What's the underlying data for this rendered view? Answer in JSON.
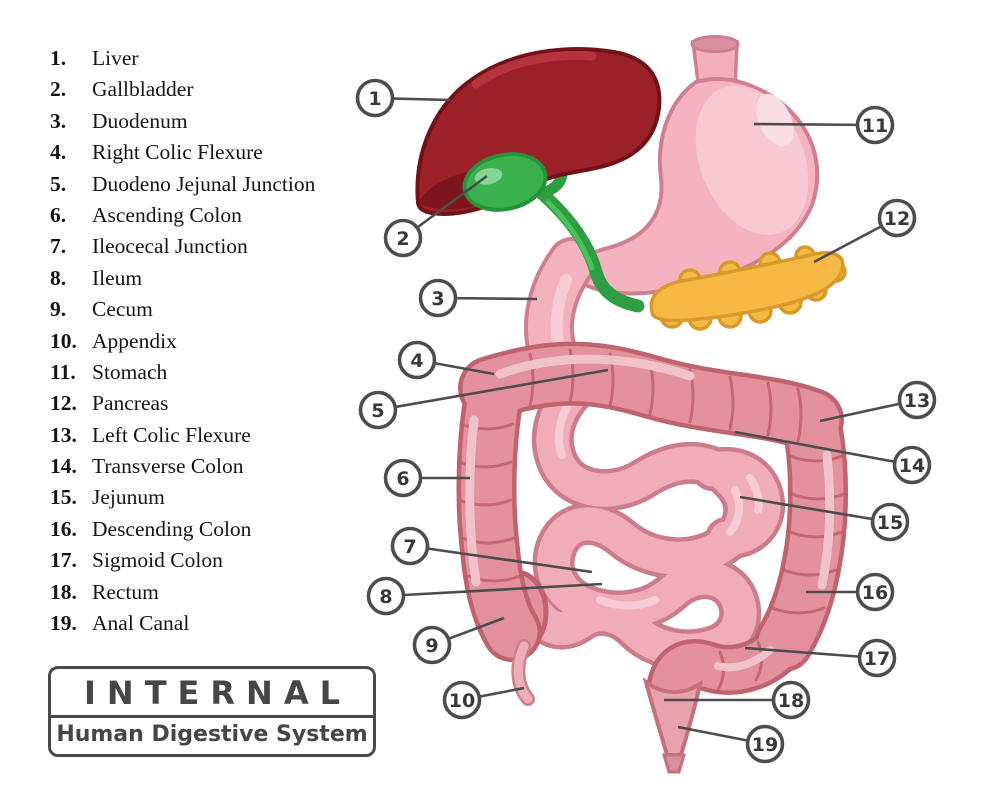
{
  "legend": {
    "items": [
      {
        "num": "1.",
        "label": "Liver"
      },
      {
        "num": "2.",
        "label": "Gallbladder"
      },
      {
        "num": "3.",
        "label": "Duodenum"
      },
      {
        "num": "4.",
        "label": "Right Colic Flexure"
      },
      {
        "num": "5.",
        "label": "Duodeno Jejunal Junction"
      },
      {
        "num": "6.",
        "label": "Ascending Colon"
      },
      {
        "num": "7.",
        "label": "Ileocecal Junction"
      },
      {
        "num": "8.",
        "label": "Ileum"
      },
      {
        "num": "9.",
        "label": "Cecum"
      },
      {
        "num": "10.",
        "label": "Appendix"
      },
      {
        "num": "11.",
        "label": "Stomach"
      },
      {
        "num": "12.",
        "label": "Pancreas"
      },
      {
        "num": "13.",
        "label": "Left Colic Flexure"
      },
      {
        "num": "14.",
        "label": "Transverse Colon"
      },
      {
        "num": "15.",
        "label": "Jejunum"
      },
      {
        "num": "16.",
        "label": "Descending Colon"
      },
      {
        "num": "17.",
        "label": "Sigmoid Colon"
      },
      {
        "num": "18.",
        "label": "Rectum"
      },
      {
        "num": "19.",
        "label": "Anal Canal"
      }
    ]
  },
  "title_box": {
    "line1": "INTERNAL",
    "line2": "Human Digestive System"
  },
  "callouts": [
    {
      "n": "1"
    },
    {
      "n": "2"
    },
    {
      "n": "3"
    },
    {
      "n": "4"
    },
    {
      "n": "5"
    },
    {
      "n": "6"
    },
    {
      "n": "7"
    },
    {
      "n": "8"
    },
    {
      "n": "9"
    },
    {
      "n": "10"
    },
    {
      "n": "11"
    },
    {
      "n": "12"
    },
    {
      "n": "13"
    },
    {
      "n": "14"
    },
    {
      "n": "15"
    },
    {
      "n": "16"
    },
    {
      "n": "17"
    },
    {
      "n": "18"
    },
    {
      "n": "19"
    }
  ],
  "palette": {
    "liver": "#9c2028",
    "liver_dark": "#7c161c",
    "gallbladder": "#3bb14d",
    "bile_duct": "#2f9e43",
    "stomach": "#f4b3be",
    "pancreas": "#f6ba44",
    "small_intestine": "#f0adb8",
    "small_intestine_outline": "#cc7c8a",
    "large_intestine": "#e2919d",
    "large_intestine_outline": "#c1626f",
    "rectum": "#e8a2ac",
    "outline_gray": "#4d4d4d"
  }
}
